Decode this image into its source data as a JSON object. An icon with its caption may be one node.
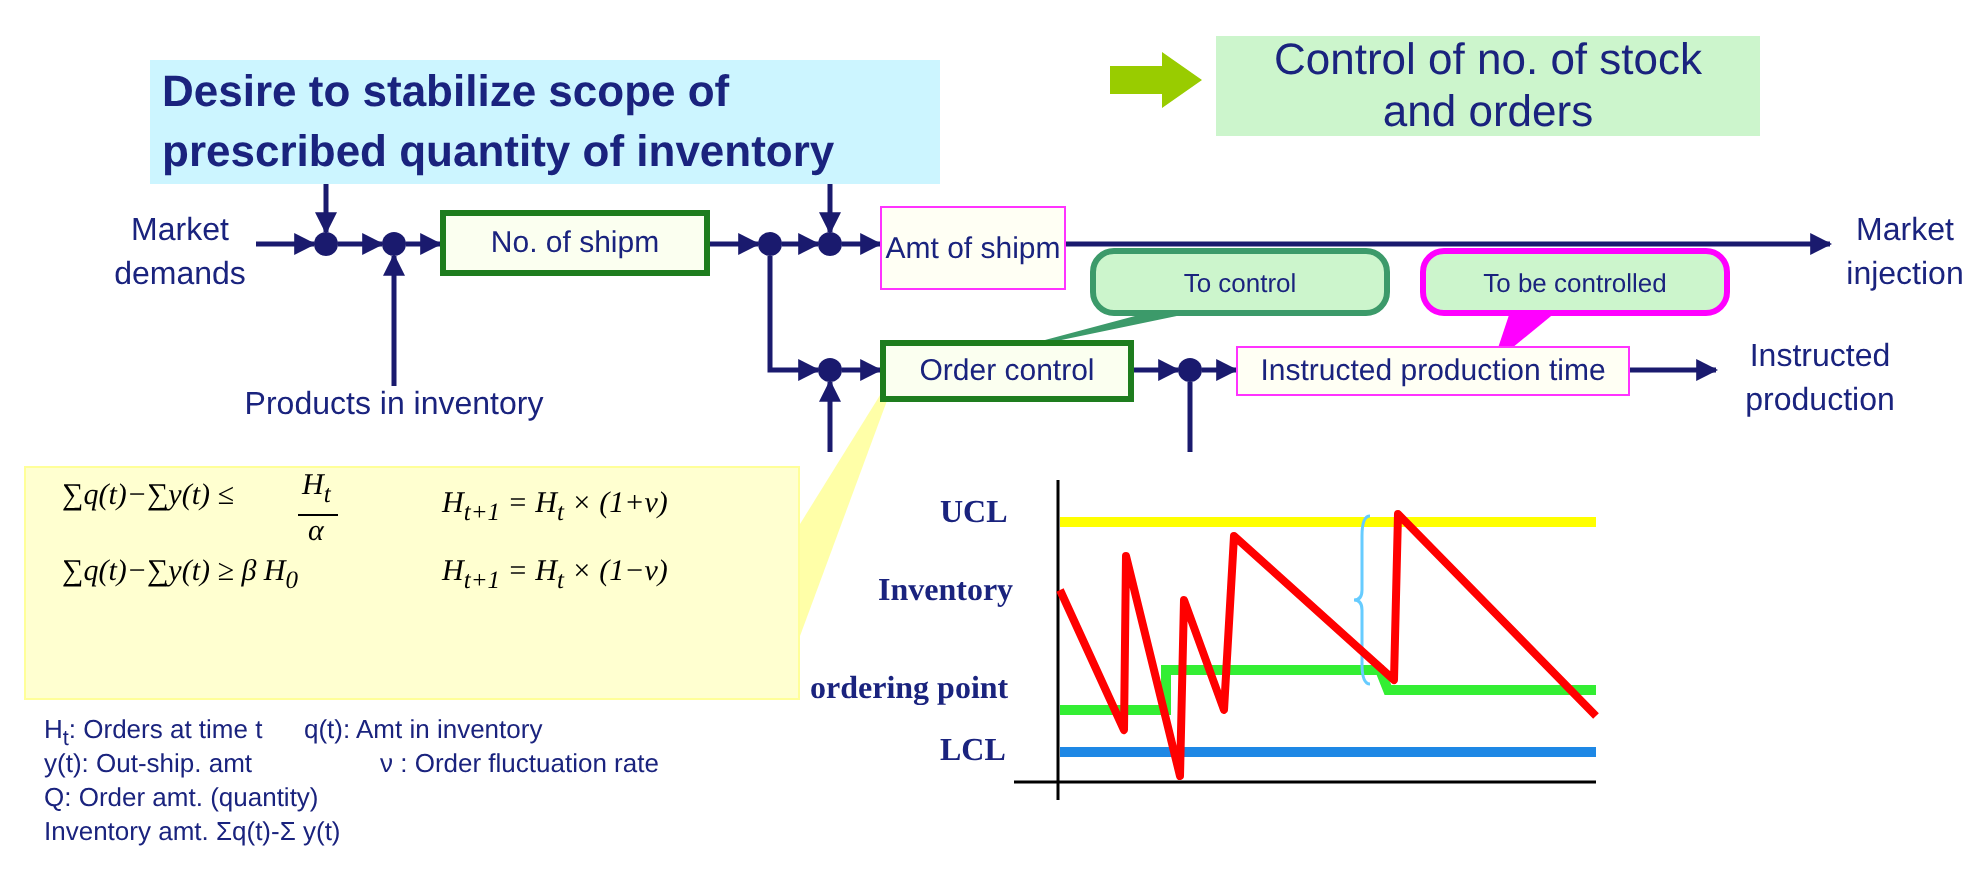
{
  "diagram": {
    "nodes": [
      {
        "text": [
          "Desire to stabilize scope of prescribed quantity of inventory"
        ]
      },
      {
        "text": [
          "Control of no. of stock and orders"
        ]
      },
      {
        "text": [
          "Market demands"
        ]
      },
      {
        "text": [],
        "shape": "circle"
      },
      {
        "text": [],
        "shape": "circle"
      },
      {
        "text": [
          "No. of shipm"
        ]
      },
      {
        "text": [
          "Products in inventory"
        ]
      },
      {
        "text": [],
        "shape": "circle"
      },
      {
        "text": [],
        "shape": "circle"
      },
      {
        "text": [
          "Amt of shipm"
        ]
      },
      {
        "text": [
          "Market injection"
        ]
      },
      {
        "text": [],
        "shape": "circle"
      },
      {
        "text": [
          "Order control"
        ]
      },
      {
        "text": [],
        "shape": "circle"
      },
      {
        "text": [
          "Instructed production time"
        ]
      },
      {
        "text": [
          "Instructed production"
        ]
      },
      {
        "text": [
          "To control"
        ]
      },
      {
        "text": [
          "To be controlled"
        ]
      },
      {
        "text": [
          "∑q(t)−∑y(t) ≤",
          "H$_{t}$",
          "α",
          "H$_{t+1}$ = H$_{t}$ × (1+ν)",
          "∑q(t)−∑y(t) ≥ β H$_{0}$",
          "H$_{t+1}$ = H$_{t}$ × (1−ν)"
        ]
      }
    ],
    "edges": [
      {
        "from": 2,
        "to": 3,
        "arrow": "to"
      },
      {
        "from": 0,
        "to": 3,
        "arrow": "to"
      },
      {
        "from": 3,
        "to": 4,
        "arrow": "to"
      },
      {
        "from": 6,
        "to": 4,
        "arrow": "to"
      },
      {
        "from": 4,
        "to": 5,
        "arrow": "to"
      },
      {
        "from": 5,
        "to": 7,
        "arrow": "to"
      },
      {
        "from": 7,
        "to": 8,
        "arrow": "to"
      },
      {
        "from": 0,
        "to": 8,
        "arrow": "to"
      },
      {
        "from": 8,
        "to": 9,
        "arrow": "to"
      },
      {
        "from": 9,
        "to": 10,
        "arrow": "to"
      },
      {
        "from": 7,
        "to": 11,
        "arrow": "to"
      },
      {
        "from": 11,
        "to": 12,
        "arrow": "to"
      },
      {
        "from": null,
        "to": 11,
        "arrow": "to"
      },
      {
        "from": 12,
        "to": 13,
        "arrow": "to"
      },
      {
        "from": null,
        "to": 13,
        "arrow": "none"
      },
      {
        "from": 13,
        "to": 14,
        "arrow": "to"
      },
      {
        "from": 14,
        "to": 15,
        "arrow": "to"
      },
      {
        "from": 16,
        "to": 12,
        "arrow": "none",
        "style": "thick",
        "color": "#3c9a6a"
      },
      {
        "from": 17,
        "to": 14,
        "arrow": "none",
        "style": "thick",
        "color": "#ff00ff"
      },
      {
        "from": 18,
        "to": 12,
        "arrow": "none",
        "style": "thick",
        "color": "#ffffa8"
      }
    ],
    "labels": [
      "UCL",
      "Inventory",
      "ordering point",
      "LCL",
      "H$_{t}$: Orders at time t",
      "q(t): Amt in inventory",
      "y(t): Out-ship. amt",
      "ν : Order fluctuation rate",
      "Q: Order amt. (quantity)",
      "Inventory amt. Σq(t)-Σ y(t)"
    ]
  }
}
